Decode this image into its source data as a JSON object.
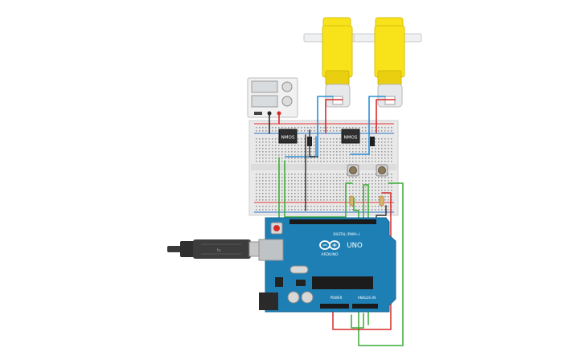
{
  "colors": {
    "motor_body": "#f8e21a",
    "motor_shade": "#e9cf10",
    "shaft": "#eef0f2",
    "board": "#1e7fb4",
    "board_dark": "#176793",
    "breadboard": "#e9e9e9",
    "wire_red": "#d62b2b",
    "wire_blue": "#2a8fd6",
    "wire_green": "#3aaa35",
    "wire_black": "#2b2b2b",
    "power_rail_red": "#e03434",
    "power_rail_blue": "#2a74c9"
  },
  "breadboard": {
    "chip_left_label": "NMOS",
    "chip_right_label": "NMOS"
  },
  "arduino": {
    "brand": "ARDUINO",
    "model": "UNO",
    "digital_label": "DIGITAL (PWM~)",
    "power_label": "POWER",
    "analog_label": "ANALOG IN"
  },
  "icons": {
    "arduino_logo": "infinity-logo",
    "usb_cable": "usb-b-cable"
  }
}
